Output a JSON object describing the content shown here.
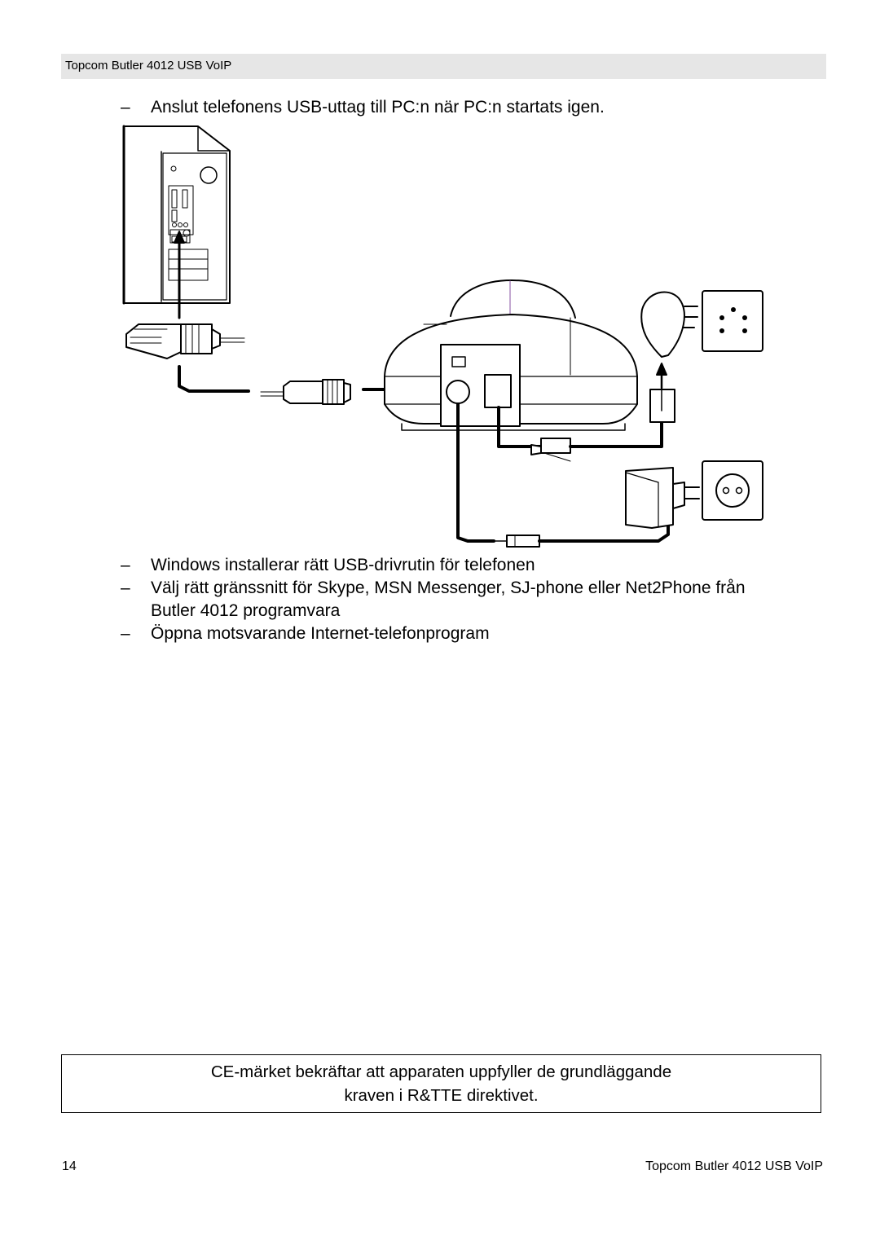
{
  "header": {
    "title": "Topcom Butler 4012 USB VoIP"
  },
  "steps_top": [
    {
      "dash": "–",
      "text": "Anslut telefonens USB-uttag till PC:n när PC:n startats igen."
    }
  ],
  "steps_bottom": [
    {
      "dash": "–",
      "text": "Windows installerar rätt USB-drivrutin för telefonen"
    },
    {
      "dash": "–",
      "text": "Välj rätt gränssnitt för Skype, MSN Messenger, SJ-phone eller Net2Phone från",
      "text2": "Butler 4012 programvara"
    },
    {
      "dash": "–",
      "text": "Öppna motsvarande Internet-telefonprogram"
    }
  ],
  "notice": {
    "line1": "CE-märket bekräftar att apparaten uppfyller de grundläggande",
    "line2": "kraven i R&TTE direktivet."
  },
  "footer": {
    "page_number": "14",
    "title": "Topcom Butler 4012 USB VoIP"
  },
  "colors": {
    "header_bg": "#e6e6e6",
    "text": "#000000",
    "accent_line": "#9b6fb0"
  }
}
